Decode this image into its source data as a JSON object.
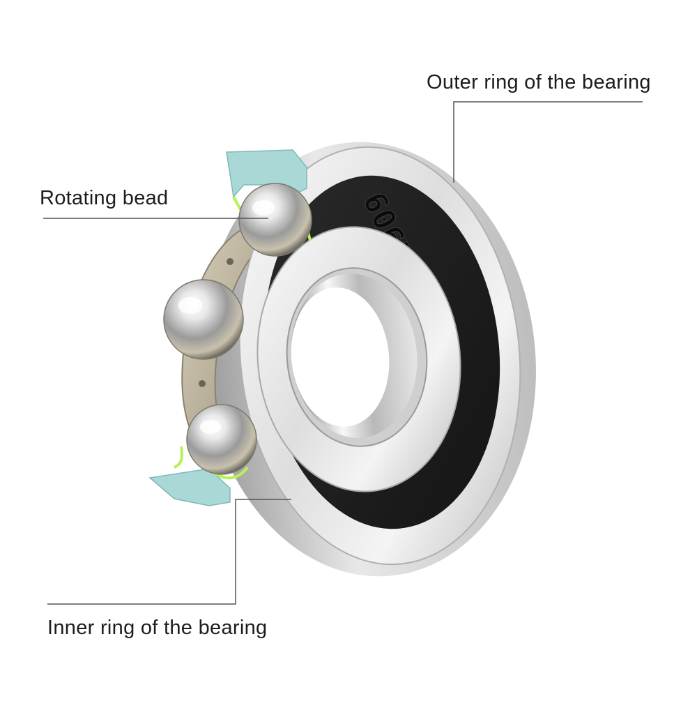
{
  "labels": {
    "outer_ring": "Outer ring of the bearing",
    "rotating_bead": "Rotating bead",
    "inner_ring": "Inner ring of the bearing"
  },
  "seal_marking": "606RS",
  "colors": {
    "steel_light": "#f2f2f2",
    "steel_mid": "#c9c9c9",
    "steel_dark": "#8c8c8c",
    "rubber_seal": "#1d1d1d",
    "cross_section": "#a9d8d6",
    "lubricant": "#b8f05a",
    "cage": "#bfb59d",
    "leader_line": "#555555"
  }
}
